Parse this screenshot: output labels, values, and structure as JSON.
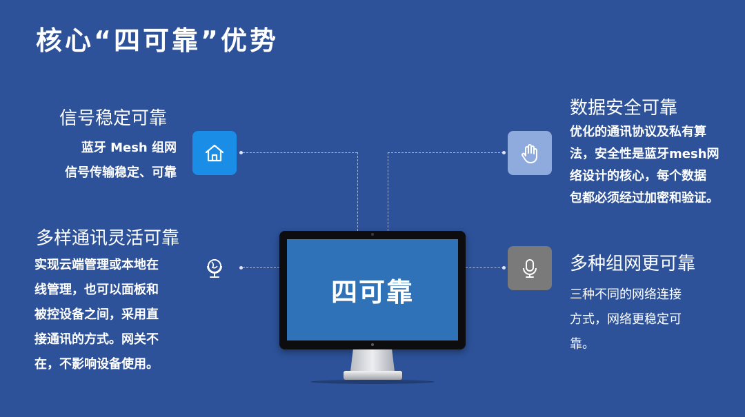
{
  "title": "核心“四可靠”优势",
  "monitor": {
    "screen_text": "四可靠"
  },
  "features": {
    "signal": {
      "heading": "信号稳定可靠",
      "lines": [
        "蓝牙 Mesh 组网",
        "信号传输稳定、可靠"
      ],
      "icon": "home-icon",
      "icon_color": "#1a8ee6"
    },
    "flexible": {
      "heading": "多样通讯灵活可靠",
      "lines": [
        "实现云端管理或本地在",
        "线管理，也可以面板和",
        "被控设备之间，采用直",
        "接通讯的方式。网关不",
        "在，不影响设备使用。"
      ],
      "icon": "globe-icon"
    },
    "security": {
      "heading": "数据安全可靠",
      "lines": [
        "优化的通讯协议及私有算",
        "法，安全性是蓝牙mesh网",
        "络设计的核心，每个数据",
        "包都必须经过加密和验证。"
      ],
      "icon": "hand-icon",
      "icon_color": "#8faadd"
    },
    "networking": {
      "heading": "多种组网更可靠",
      "lines": [
        "三种不同的网络连接",
        "方式，网络更稳定可",
        "靠。"
      ],
      "icon": "microphone-icon",
      "icon_color": "#7a7a7a"
    }
  }
}
